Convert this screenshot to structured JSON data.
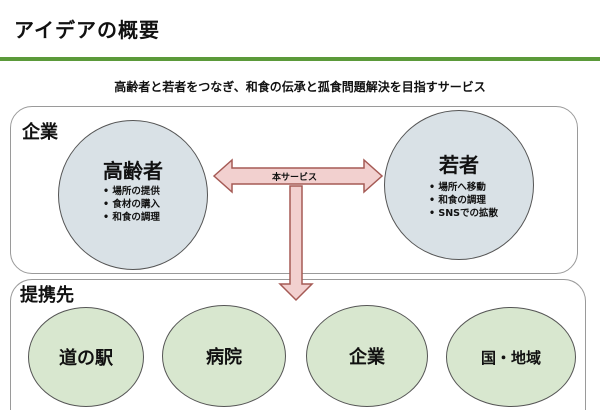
{
  "slide": {
    "title": "アイデアの概要",
    "subtitle": "高齢者と若者をつなぎ、和食の伝承と孤食問題解決を目指すサービス"
  },
  "company_panel": {
    "label": "企業",
    "elderly": {
      "name": "高齢者",
      "items": [
        "場所の提供",
        "食材の購入",
        "和食の調理"
      ]
    },
    "youth": {
      "name": "若者",
      "items": [
        "場所へ移動",
        "和食の調理",
        "SNSでの拡散"
      ]
    },
    "service_label": "本サービス"
  },
  "partners_panel": {
    "label": "提携先",
    "partners": [
      "道の駅",
      "病院",
      "企業",
      "国・地域"
    ]
  },
  "colors": {
    "accent_rule": "#5b9a3a",
    "main_circle": "#d9e1e6",
    "partner_circle": "#d8e7cf",
    "arrow_fill": "#f2d0cf",
    "arrow_stroke": "#a55a55"
  }
}
